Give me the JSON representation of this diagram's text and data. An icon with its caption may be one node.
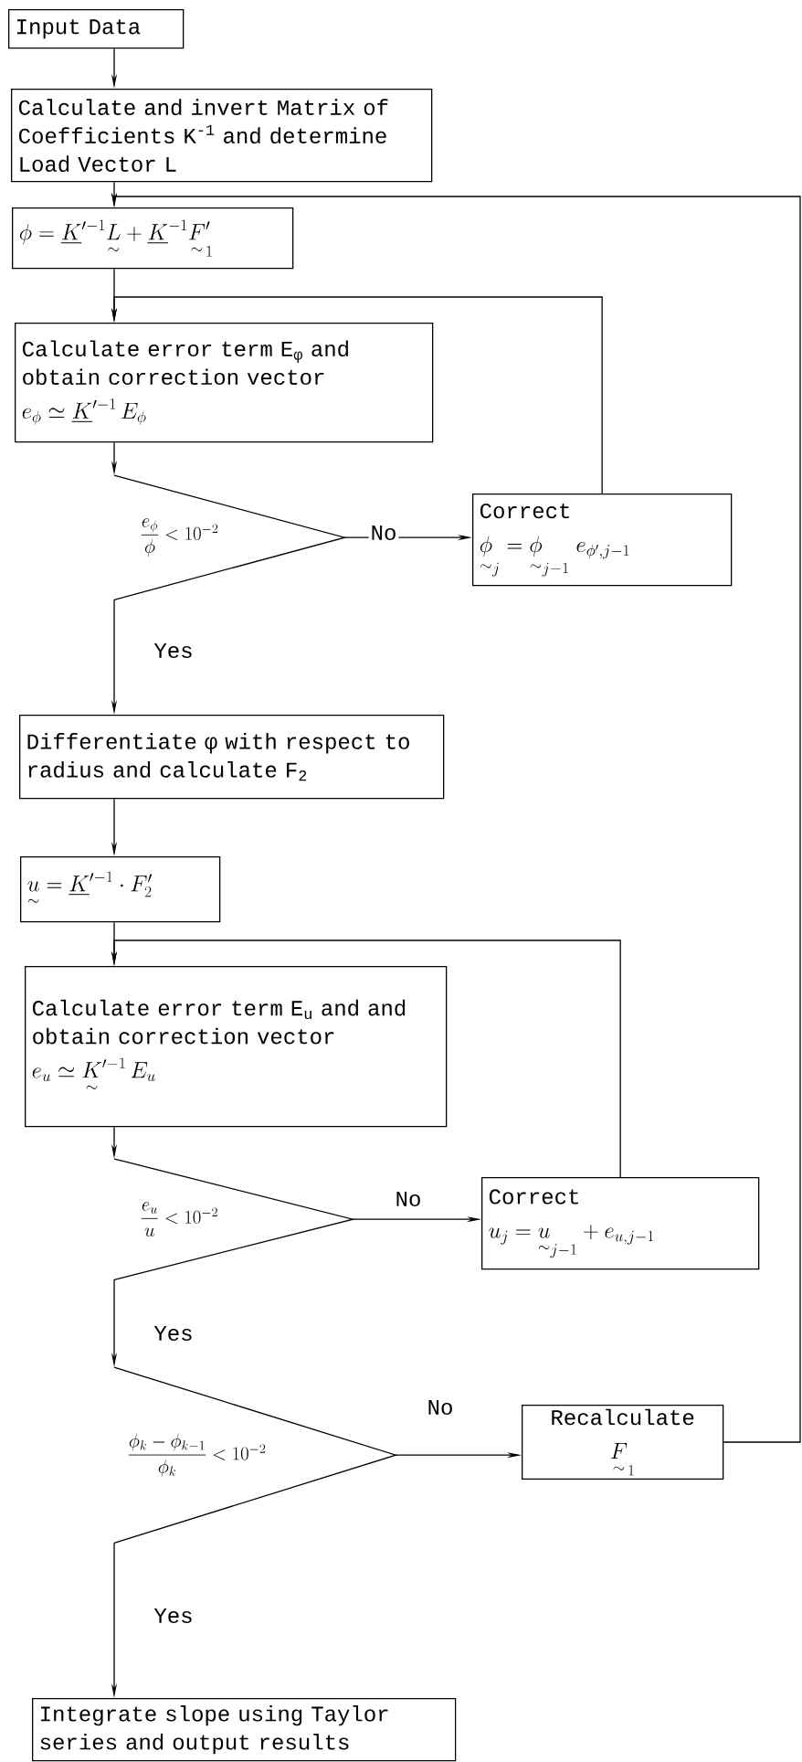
{
  "diagram": {
    "nodes": [
      {
        "text": [
          "Input Data"
        ]
      },
      {
        "text": [
          "Calculate and invert Matrix of Coefficients K$^{-1}$ and determine Load Vector L"
        ]
      },
      {
        "text": [
          "\\phi = \\underline{K}'^{-1}\\underset{\\sim}{L} + \\underline{K}^{-1}\\underset{\\sim}{F}'_{1}"
        ]
      },
      {
        "text": [
          "Calculate error term E$_{φ}$ and obtain correction vector",
          "e_{\\phi} \\simeq \\underline{K}'^{-1}\\, E_{\\phi}"
        ]
      },
      {
        "text": [
          "\\dfrac{e_{\\phi}}{\\phi} < 10^{-2}"
        ]
      },
      {
        "text": [
          "Correct",
          "\\underset{\\sim}{\\phi}_{j} = \\underset{\\sim}{\\phi}_{j-1}\\; e_{\\phi',j-1}"
        ]
      },
      {
        "text": [
          "Differentiate φ with respect to radius and calculate F$_{2}$"
        ]
      },
      {
        "text": [
          "\\underset{\\sim}{u} = \\underline{K}'^{-1}\\cdot F'_{2}"
        ]
      },
      {
        "text": [
          "Calculate error term E$_{u}$ and and obtain correction vector",
          "e_{u} \\simeq \\underset{\\sim}{K}'^{-1}\\, E_{u}"
        ]
      },
      {
        "text": [
          "\\dfrac{e_{u}}{u} < 10^{-2}"
        ]
      },
      {
        "text": [
          "Correct",
          "u_{j} = \\underset{\\sim}{u}_{j-1} + e_{u,j-1}"
        ]
      },
      {
        "text": [
          "\\dfrac{\\phi_{k} - \\phi_{k-1}}{\\phi_{k}} < 10^{-2}"
        ]
      },
      {
        "text": [
          "Recalculate",
          "\\underset{\\sim}{F}_{1}"
        ]
      },
      {
        "text": [
          "Integrate slope using Taylor series and output results"
        ]
      }
    ],
    "edges": [
      {
        "from": 0,
        "to": 1,
        "arrow": "to"
      },
      {
        "from": 1,
        "to": 2,
        "arrow": "to"
      },
      {
        "from": 2,
        "to": 3,
        "arrow": "to"
      },
      {
        "from": 3,
        "to": 4,
        "arrow": "to"
      },
      {
        "from": 4,
        "to": 5,
        "arrow": "to",
        "label": "No"
      },
      {
        "from": 5,
        "to": 3,
        "arrow": "to"
      },
      {
        "from": 4,
        "to": 6,
        "arrow": "to",
        "label": "Yes"
      },
      {
        "from": 6,
        "to": 7,
        "arrow": "to"
      },
      {
        "from": 7,
        "to": 8,
        "arrow": "to"
      },
      {
        "from": 8,
        "to": 9,
        "arrow": "to"
      },
      {
        "from": 9,
        "to": 10,
        "arrow": "to",
        "label": "No"
      },
      {
        "from": 10,
        "to": 8,
        "arrow": "to"
      },
      {
        "from": 9,
        "to": 11,
        "arrow": "to",
        "label": "Yes"
      },
      {
        "from": 11,
        "to": 12,
        "arrow": "to",
        "label": "No"
      },
      {
        "from": 12,
        "to": 2,
        "arrow": "to"
      },
      {
        "from": 11,
        "to": 13,
        "arrow": "to",
        "label": "Yes"
      }
    ]
  }
}
